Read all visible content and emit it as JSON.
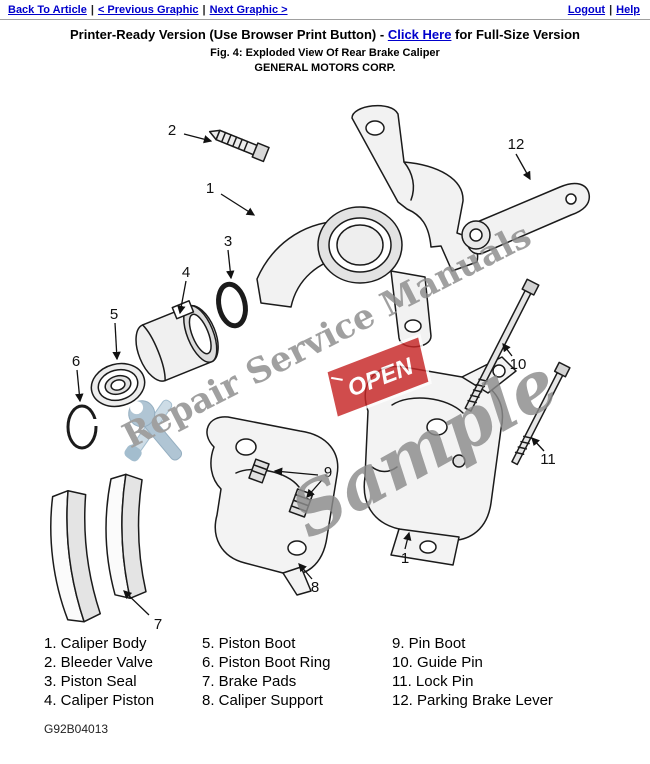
{
  "nav": {
    "back": "Back To Article",
    "prev": "< Previous Graphic",
    "next": "Next Graphic >",
    "logout": "Logout",
    "help": "Help",
    "sep": "|"
  },
  "header": {
    "printer_prefix": "Printer-Ready Version (Use Browser Print Button) - ",
    "printer_link": "Click Here",
    "printer_suffix": " for Full-Size Version",
    "figure": "Fig. 4: Exploded View Of Rear Brake Caliper",
    "company": "GENERAL MOTORS CORP."
  },
  "diagram": {
    "callouts": [
      "1",
      "2",
      "3",
      "4",
      "5",
      "6",
      "7",
      "8",
      "9",
      "10",
      "11",
      "12"
    ],
    "watermark": {
      "brand": "Repair Service Manuals",
      "sample": "Sample",
      "sign": "OPEN",
      "text_color": "#8c8c8c",
      "sign_color": "#c62626",
      "tool_color": "#9fb9cb"
    }
  },
  "legend": {
    "columns": [
      [
        "1. Caliper Body",
        "2. Bleeder Valve",
        "3. Piston Seal",
        "4. Caliper Piston"
      ],
      [
        "5. Piston Boot",
        "6. Piston Boot Ring",
        "7. Brake Pads",
        "8. Caliper Support"
      ],
      [
        "9. Pin Boot",
        "10. Guide Pin",
        "11. Lock Pin",
        "12. Parking Brake Lever"
      ]
    ]
  },
  "footer": {
    "code": "G92B04013"
  },
  "colors": {
    "link": "#0000cc"
  }
}
